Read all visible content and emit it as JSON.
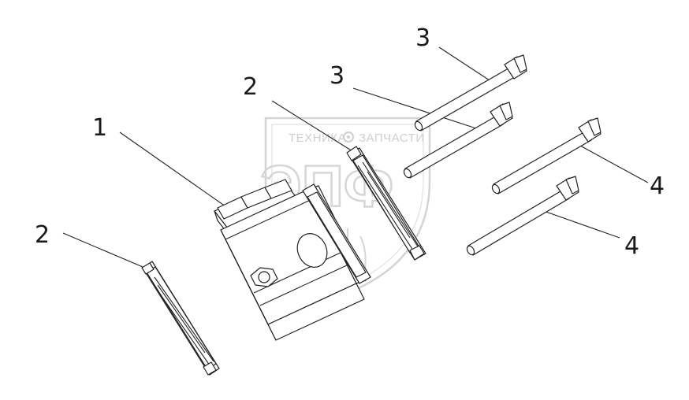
{
  "watermark": {
    "line1_left": "ТЕХНИКА",
    "line1_right": "ЗАПЧАСТИ",
    "logo_text": "ЭПФ"
  },
  "callouts": {
    "c1": "1",
    "c2_left": "2",
    "c2_top": "2",
    "c3_upper": "3",
    "c3_lower": "3",
    "c4_upper": "4",
    "c4_lower": "4"
  },
  "colors": {
    "ink": "#222222",
    "watermark": "#d0d0d0",
    "background": "#ffffff"
  }
}
